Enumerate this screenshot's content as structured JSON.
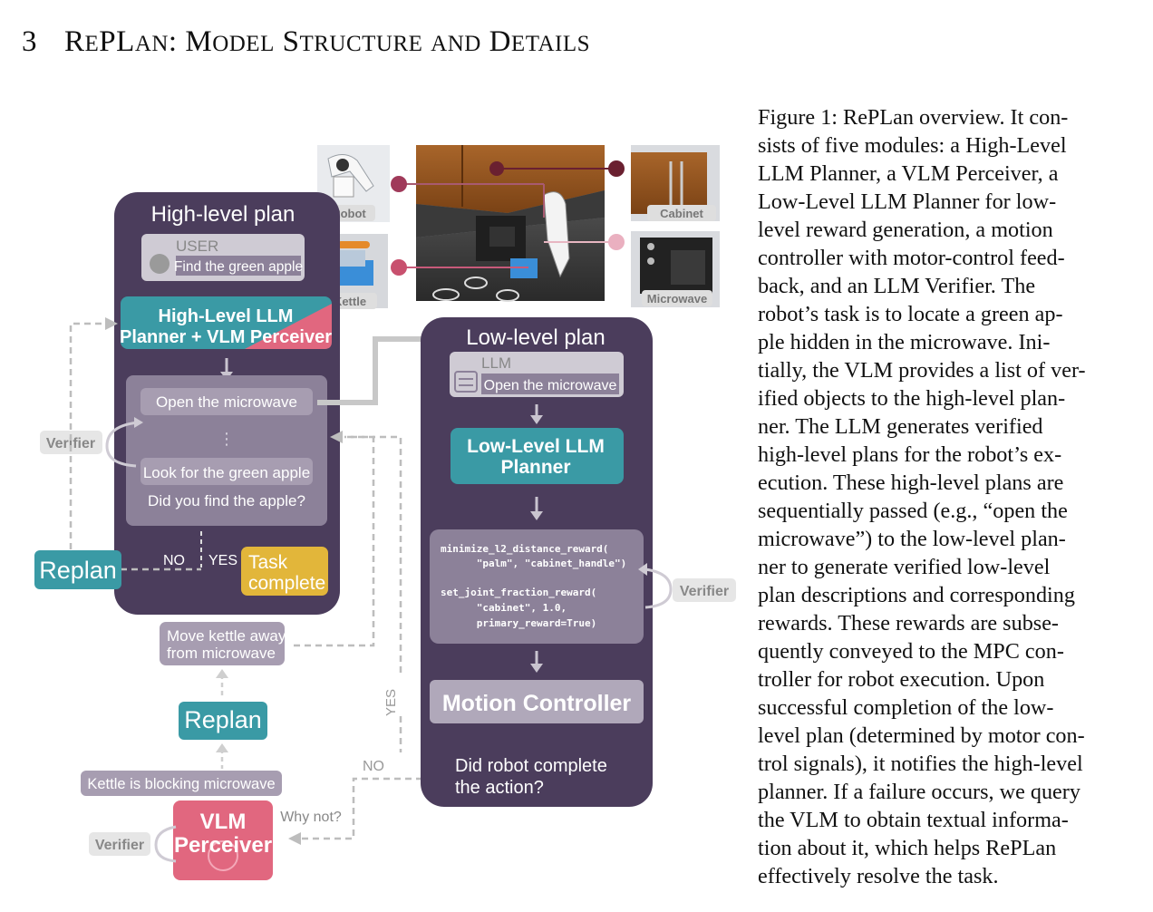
{
  "section": {
    "number": "3",
    "title_R": "R",
    "title_e": "E",
    "title_PL": "PL",
    "title_an": "AN",
    "title_colon": ":",
    "title_M": "M",
    "title_odel": "ODEL",
    "title_S": "S",
    "title_tructure": "TRUCTURE",
    "title_and": "AND",
    "title_D": "D",
    "title_etails": "ETAILS"
  },
  "figure": {
    "photo_labels": {
      "robot": "Robot",
      "kettle": "Kettle",
      "cabinet": "Cabinet",
      "microwave": "Microwave"
    },
    "high_level": {
      "title": "High-level plan",
      "user_label": "USER",
      "user_text": "Find the green apple",
      "planner_line1": "High-Level LLM",
      "planner_line2": "Planner + VLM Perceiver",
      "step1": "Open the microwave",
      "ellipsis": "⋮",
      "step2": "Look for the green apple",
      "question": "Did you find the apple?",
      "no": "NO",
      "yes": "YES",
      "task_complete_1": "Task",
      "task_complete_2": "complete"
    },
    "verifier": "Verifier",
    "replan": "Replan",
    "move_kettle_1": "Move kettle away",
    "move_kettle_2": "from microwave",
    "kettle_blocking": "Kettle is blocking microwave",
    "vlm_1": "VLM",
    "vlm_2": "Perceiver",
    "why_not": "Why not?",
    "yes_vertical": "YES",
    "no_label": "NO",
    "low_level": {
      "title": "Low-level plan",
      "llm_label": "LLM",
      "llm_text": "Open the microwave",
      "planner_line1": "Low-Level LLM",
      "planner_line2": "Planner",
      "code": [
        "minimize_l2_distance_reward(",
        "      \"palm\", \"cabinet_handle\")",
        "",
        "set_joint_fraction_reward(",
        "      \"cabinet\", 1.0,",
        "      primary_reward=True)"
      ],
      "motion": "Motion Controller",
      "question_1": "Did robot complete",
      "question_2": "the action?"
    }
  },
  "caption_lines": [
    "Figure 1: RePLan overview. It con-",
    "sists of five modules: a High-Level",
    "LLM Planner, a VLM Perceiver, a",
    "Low-Level LLM Planner for low-",
    "level reward generation, a motion",
    "controller with motor-control feed-",
    "back, and an LLM Verifier.  The",
    "robot’s task is to locate a green ap-",
    "ple hidden in the microwave.  Ini-",
    "tially, the VLM provides a list of ver-",
    "ified objects to the high-level plan-",
    "ner.  The LLM generates verified",
    "high-level plans for the robot’s ex-",
    "ecution.  These high-level plans are",
    "sequentially passed (e.g., “open the",
    "microwave”) to the low-level plan-",
    "ner to generate verified low-level",
    "plan descriptions and corresponding",
    "rewards.  These rewards are subse-",
    "quently conveyed to the MPC con-",
    "troller for robot execution.  Upon",
    "successful completion of the low-",
    "level plan (determined by motor con-",
    "trol signals), it notifies the high-level",
    "planner. If a failure occurs, we query",
    "the VLM to obtain textual informa-",
    "tion about it, which helps RePLan",
    "effectively resolve the task."
  ],
  "colors": {
    "panel": "#4b3d5c",
    "teal": "#3a9aa5",
    "pink": "#e1677f",
    "yellow": "#e2b63a",
    "inner": "#8c8199",
    "gray_chip": "#e6e6e6"
  }
}
